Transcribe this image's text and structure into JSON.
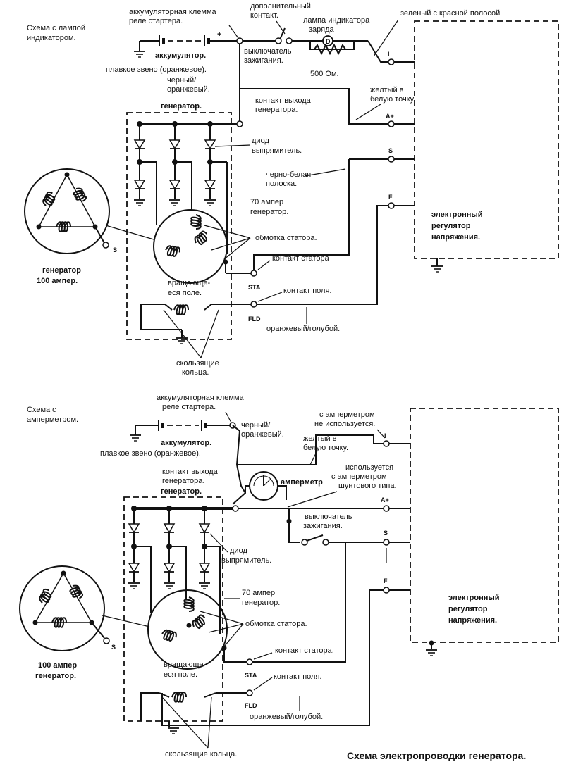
{
  "top": {
    "title": "Схема с лампой индикатором.",
    "title_lines": [
      "Схема с лампой",
      "индикатором."
    ],
    "battery_clamp": [
      "аккумуляторная клемма",
      "реле стартера."
    ],
    "battery": "аккумулятор.",
    "fuse_link": "плавкое звено (оранжевое).",
    "black_orange": [
      "черный/",
      "оранжевый."
    ],
    "generator": "генератор.",
    "aux_contact": [
      "дополнительный",
      "контакт."
    ],
    "ignition_switch": [
      "выключатель",
      "зажигания."
    ],
    "charge_lamp": [
      "лампа индикатора",
      "заряда"
    ],
    "resistor": "500 Ом.",
    "green_red": "зеленый с красной полосой",
    "output_contact": [
      "контакт выхода",
      "генератора."
    ],
    "yellow_white": [
      "желтый в",
      "белую точку."
    ],
    "diode": [
      "диод",
      "выпрямитель."
    ],
    "black_white": [
      "черно-белая",
      "полоска."
    ],
    "gen100": [
      "генератор",
      "100 ампер."
    ],
    "gen70": [
      "70 ампер",
      "генератор."
    ],
    "stator_winding": "обмотка статора.",
    "stator_contact": "контакт статора",
    "rotating_field": [
      "вращающе-",
      "еся поле."
    ],
    "field_contact": "контакт поля.",
    "orange_blue": "оранжевый/голубой.",
    "slip_rings": [
      "скользящие",
      "кольца."
    ],
    "regulator": [
      "электронный",
      "регулятор",
      "напряжения."
    ]
  },
  "bottom": {
    "title": "Схема с амперметром.",
    "title_lines": [
      "Схема с",
      "амперметром."
    ],
    "battery_clamp": [
      "аккумуляторная клемма",
      "реле стартера."
    ],
    "battery": "аккумулятор.",
    "fuse_link": "плавкое звено (оранжевое).",
    "black_orange": [
      "черный/",
      "оранжевый."
    ],
    "no_ammeter": [
      "с амперметром",
      "не используется."
    ],
    "yellow_white": [
      "желтый в",
      "белую точку."
    ],
    "output_contact": [
      "контакт выхода",
      "генератора."
    ],
    "generator": "генератор.",
    "ammeter": "амперметр",
    "shunt_ammeter": [
      "используется",
      "с амперметром",
      "шунтового типа."
    ],
    "ignition_switch": [
      "выключатель",
      "зажигания."
    ],
    "diode": [
      "диод",
      "выпрямитель."
    ],
    "gen100": [
      "100 ампер",
      "генератор."
    ],
    "gen70": [
      "70 ампер",
      "генератор."
    ],
    "stator_winding": "обмотка статора.",
    "stator_contact": "контакт статора.",
    "rotating_field": [
      "вращающе-",
      "еся поле."
    ],
    "field_contact": "контакт поля.",
    "orange_blue": "оранжевый/голубой.",
    "slip_rings": "скользящие кольца.",
    "regulator": [
      "электронный",
      "регулятор",
      "напряжения."
    ]
  },
  "terminals": {
    "ind": "I",
    "a_plus": "A+",
    "s": "S",
    "f": "F",
    "sta": "STA",
    "fld": "FLD"
  },
  "caption": "Схема электропроводки генератора."
}
